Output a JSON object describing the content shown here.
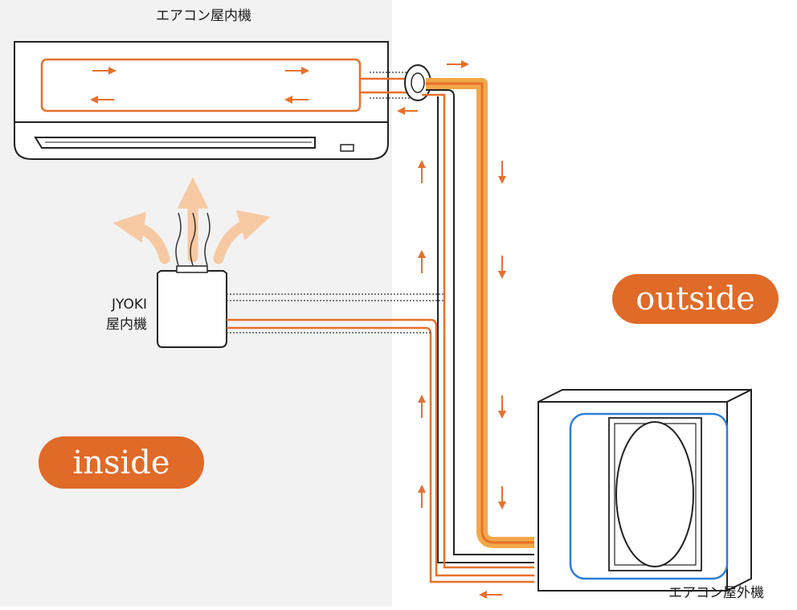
{
  "labels": {
    "indoor_ac": "エアコン屋内機",
    "jyoki_line1": "JYOKI",
    "jyoki_line2": "屋内機",
    "outdoor_ac": "エアコン屋外機",
    "inside": "inside",
    "outside": "outside"
  },
  "colors": {
    "inside_bg": "#f2f2f2",
    "orange": "#e8702a",
    "pill": "#e06a28",
    "pipe_thick": "#f2a84a",
    "airflow": "#f7c9a2",
    "blue": "#2b7fd6",
    "line": "#222222"
  },
  "icons": {
    "flow_arrow": "arrow-icon",
    "air": "heat-wave-icon"
  }
}
